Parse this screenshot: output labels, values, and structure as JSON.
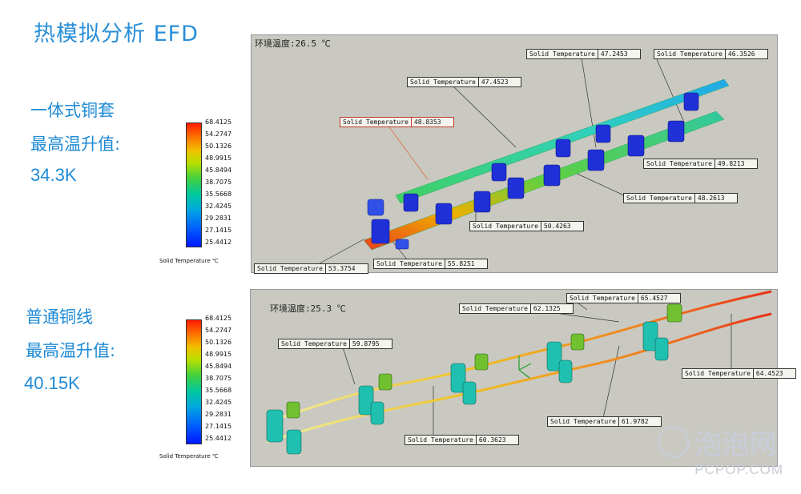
{
  "title": "热模拟分析  EFD",
  "upper": {
    "label_1": "一体式铜套",
    "label_2": "最高温升值:",
    "value": "34.3K",
    "ambient": "环境温度:26.5 ℃",
    "legend_ticks": [
      "68.4125",
      "54.2747",
      "50.1326",
      "48.9915",
      "45.8494",
      "38.7075",
      "35.5668",
      "32.4245",
      "29.2831",
      "27.1415",
      "25.4412"
    ],
    "legend_caption": "Solid  Temperature ℃",
    "callouts": [
      {
        "key": "Solid Temperature",
        "value": "47.2453"
      },
      {
        "key": "Solid Temperature",
        "value": "46.3526"
      },
      {
        "key": "Solid Temperature",
        "value": "47.4523"
      },
      {
        "key": "Solid Temperature",
        "value": "48.8353"
      },
      {
        "key": "Solid Temperature",
        "value": "49.8213"
      },
      {
        "key": "Solid Temperature",
        "value": "48.2613"
      },
      {
        "key": "Solid Temperature",
        "value": "50.4263"
      },
      {
        "key": "Solid Temperature",
        "value": "55.8251"
      },
      {
        "key": "Solid Temperature",
        "value": "53.3754"
      }
    ]
  },
  "lower": {
    "label_1": "普通铜线",
    "label_2": "最高温升值:",
    "value": "40.15K",
    "ambient": "环境温度:25.3 ℃",
    "legend_ticks": [
      "68.4125",
      "54.2747",
      "50.1326",
      "48.9915",
      "45.8494",
      "38.7075",
      "35.5668",
      "32.4245",
      "29.2831",
      "27.1415",
      "25.4412"
    ],
    "legend_caption": "Solid  Temperature ℃",
    "callouts": [
      {
        "key": "Solid Temperature",
        "value": "65.4527"
      },
      {
        "key": "Solid Temperature",
        "value": "62.1325"
      },
      {
        "key": "Solid Temperature",
        "value": "59.8795"
      },
      {
        "key": "Solid Temperature",
        "value": "64.4523"
      },
      {
        "key": "Solid Temperature",
        "value": "61.9782"
      },
      {
        "key": "Solid Temperature",
        "value": "60.3623"
      }
    ]
  },
  "watermark": {
    "main": "泡泡网",
    "sub": "PCPOP.COM"
  },
  "colors": {
    "accent": "#1e8ad6",
    "panel": "#c9c9c1"
  }
}
